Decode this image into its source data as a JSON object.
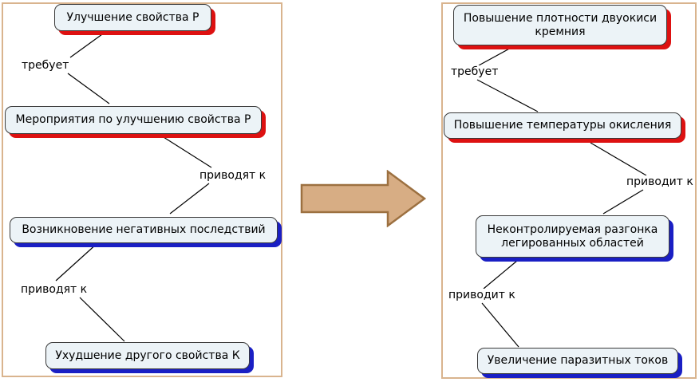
{
  "left_panel": {
    "nodes": [
      {
        "text": "Улучшение свойства Р",
        "accent": "#dd1111"
      },
      {
        "text": "Мероприятия по улучшению свойства Р",
        "accent": "#dd1111"
      },
      {
        "text": "Возникновение негативных последствий",
        "accent": "#1a1fc4"
      },
      {
        "text": "Ухудшение другого свойства К",
        "accent": "#1a1fc4"
      }
    ],
    "links": [
      "требует",
      "приводят к",
      "приводят к"
    ]
  },
  "right_panel": {
    "nodes": [
      {
        "text": "Повышение плотности двуокиси кремния",
        "accent": "#dd1111"
      },
      {
        "text": "Повышение температуры окисления",
        "accent": "#dd1111"
      },
      {
        "text": "Неконтролируемая разгонка легированных областей",
        "accent": "#1a1fc4"
      },
      {
        "text": "Увеличение паразитных токов",
        "accent": "#1a1fc4"
      }
    ],
    "links": [
      "требует",
      "приводит к",
      "приводит к"
    ]
  },
  "colors": {
    "panel_border": "#d9b48e",
    "node_fill": "#ecf3f7",
    "arrow_fill": "#d7ad84",
    "arrow_stroke": "#9c7040"
  }
}
